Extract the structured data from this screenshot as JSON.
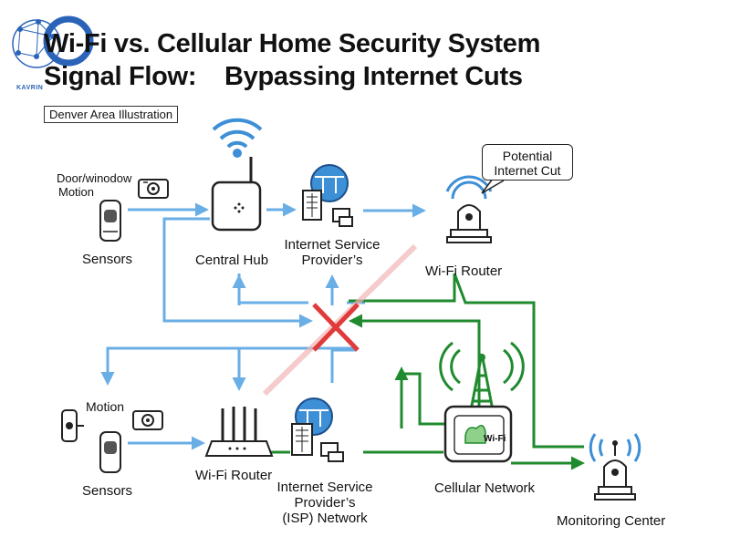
{
  "title": {
    "line1": "Wi-Fi vs. Cellular Home Security System",
    "line2a": "Signal Flow:",
    "line2b": "Bypassing Internet Cuts"
  },
  "logo_text": "KAVRIN",
  "note": "Denver Area Illustration",
  "callout": {
    "line1": "Potential",
    "line2": "Internet Cut"
  },
  "top_row": {
    "sensor_label_1": "Door/winodow",
    "sensor_label_2": "Motion",
    "sensors": "Sensors",
    "hub": "Central Hub",
    "isp_1": "Internet Service",
    "isp_2": "Provider’s",
    "router": "Wi-Fi Router"
  },
  "bottom_row": {
    "motion": "Motion",
    "sensors": "Sensors",
    "router": "Wi-Fi Router",
    "isp_1": "Internet Service",
    "isp_2": "Provider’s",
    "isp_3": "(ISP) Network",
    "cellular": "Cellular Network",
    "hub_badge": "Wi-Fi",
    "monitoring": "Monitoring Center"
  },
  "colors": {
    "wifi_flow": "#6aaee6",
    "cellular_flow": "#1f8a2e",
    "cut": "#e03a3a",
    "device_blue": "#2a63b8"
  }
}
